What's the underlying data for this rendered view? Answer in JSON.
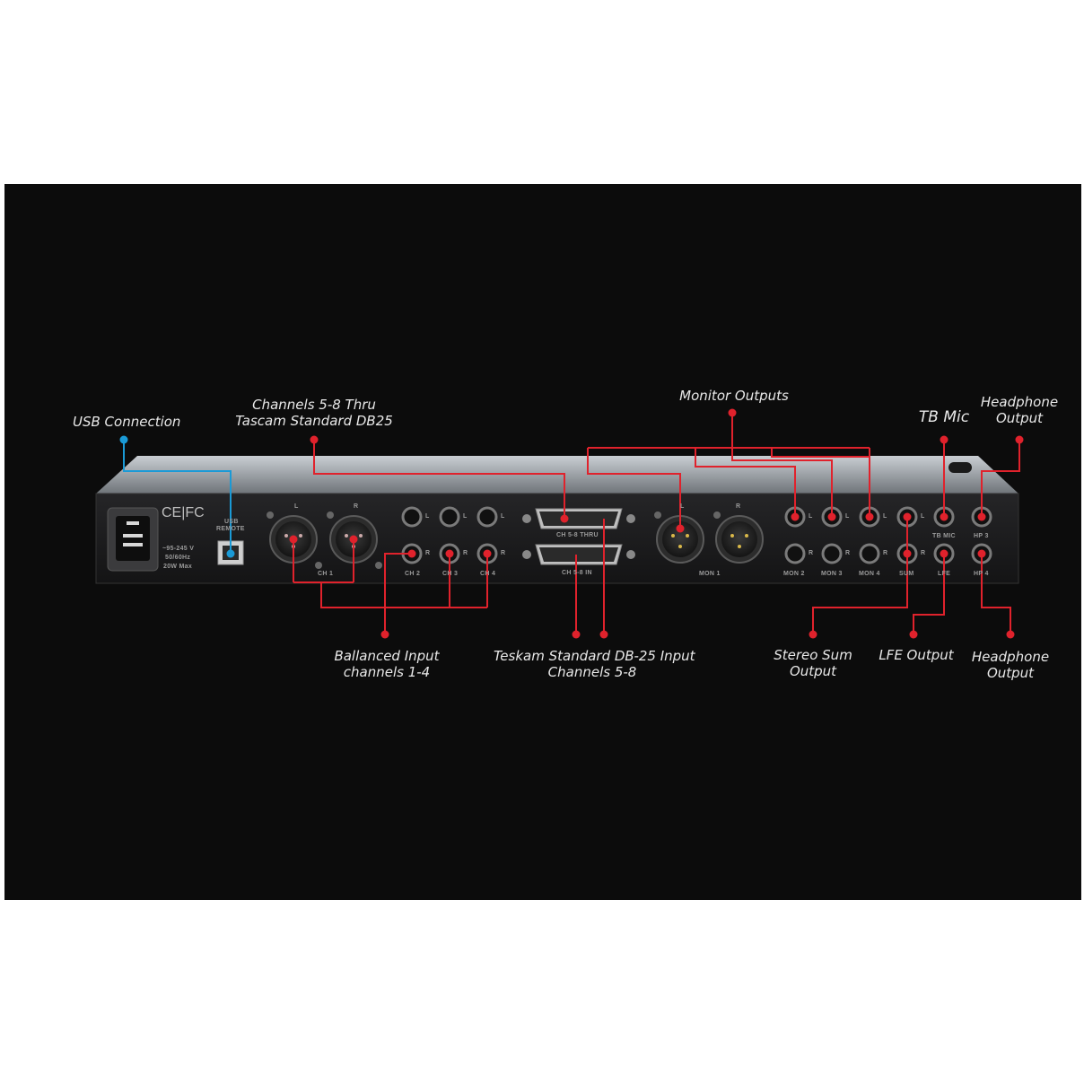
{
  "callouts": {
    "usb": {
      "line1": "USB Connection"
    },
    "thru": {
      "line1": "Channels 5-8 Thru",
      "line2": "Tascam Standard DB25"
    },
    "monitor": {
      "line1": "Monitor Outputs"
    },
    "tbmic": {
      "line1": "TB Mic"
    },
    "hp_top": {
      "line1": "Headphone",
      "line2": "Output"
    },
    "balanced": {
      "line1": "Ballanced Input",
      "line2": "channels 1-4"
    },
    "db25_in": {
      "line1": "Teskam Standard DB-25 Input",
      "line2": "Channels 5-8"
    },
    "stereo_sum": {
      "line1": "Stereo Sum",
      "line2": "Output"
    },
    "lfe": {
      "line1": "LFE Output"
    },
    "hp_bottom": {
      "line1": "Headphone",
      "line2": "Output"
    }
  },
  "panel": {
    "logos": "CE|FC",
    "power": {
      "line1": "~95-245 V",
      "line2": "50/60Hz",
      "line3": "20W Max"
    },
    "usb_label": {
      "line1": "USB",
      "line2": "REMOTE"
    },
    "ch1": "CH 1",
    "ch1_l": "L",
    "ch1_r": "R",
    "ch2": "CH 2",
    "ch3": "CH 3",
    "ch4": "CH 4",
    "jack_l": "L",
    "jack_r": "R",
    "db_thru": "CH 5-8 THRU",
    "db_in": "CH 5-8 IN",
    "mon1": "MON 1",
    "mon1_l": "L",
    "mon1_r": "R",
    "mon2": "MON 2",
    "mon3": "MON 3",
    "mon4": "MON 4",
    "sum": "SUM",
    "lfe": "LFE",
    "tbmic": "TB MIC",
    "hp3": "HP 3",
    "hp4": "HP 4"
  },
  "colors": {
    "background": "#0c0c0c",
    "callout_red": "#e0222c",
    "usb_blue": "#1a9ad6",
    "panel": "#1c1c1e",
    "chassis_top": "#9ea3a8"
  }
}
